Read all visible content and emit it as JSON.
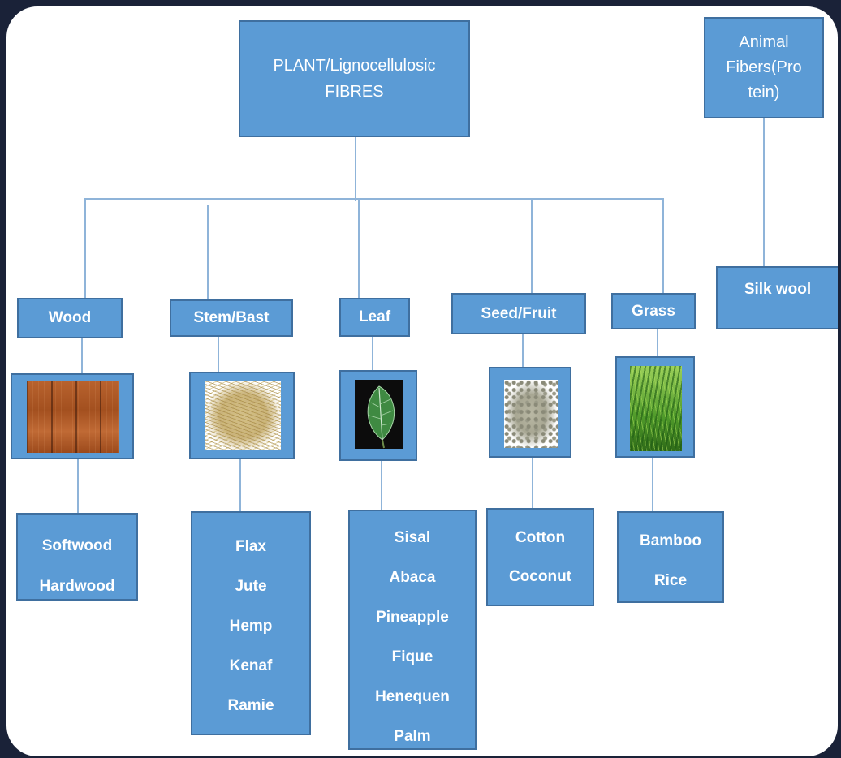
{
  "root": {
    "line1": "PLANT/Lignocellulosic",
    "line2": "FIBRES"
  },
  "animal": {
    "line1": "Animal",
    "line2": "Fibers(Pro",
    "line3": "tein)",
    "child": "Silk wool"
  },
  "categories": [
    {
      "label": "Wood",
      "image": "wood-photo",
      "items": [
        "Softwood",
        "Hardwood"
      ]
    },
    {
      "label": "Stem/Bast",
      "image": "bast-fibre-photo",
      "items": [
        "Flax",
        "Jute",
        "Hemp",
        "Kenaf",
        "Ramie"
      ]
    },
    {
      "label": "Leaf",
      "image": "leaf-photo",
      "items": [
        "Sisal",
        "Abaca",
        "Pineapple",
        "Fique",
        "Henequen",
        "Palm"
      ]
    },
    {
      "label": "Seed/Fruit",
      "image": "seed-photo",
      "items": [
        "Cotton",
        "Coconut"
      ]
    },
    {
      "label": "Grass",
      "image": "grass-photo",
      "items": [
        "Bamboo",
        "Rice"
      ]
    }
  ],
  "colors": {
    "box_fill": "#5b9bd5",
    "box_border": "#3f6f9f",
    "connector": "#8fb4d9",
    "text": "#ffffff"
  }
}
